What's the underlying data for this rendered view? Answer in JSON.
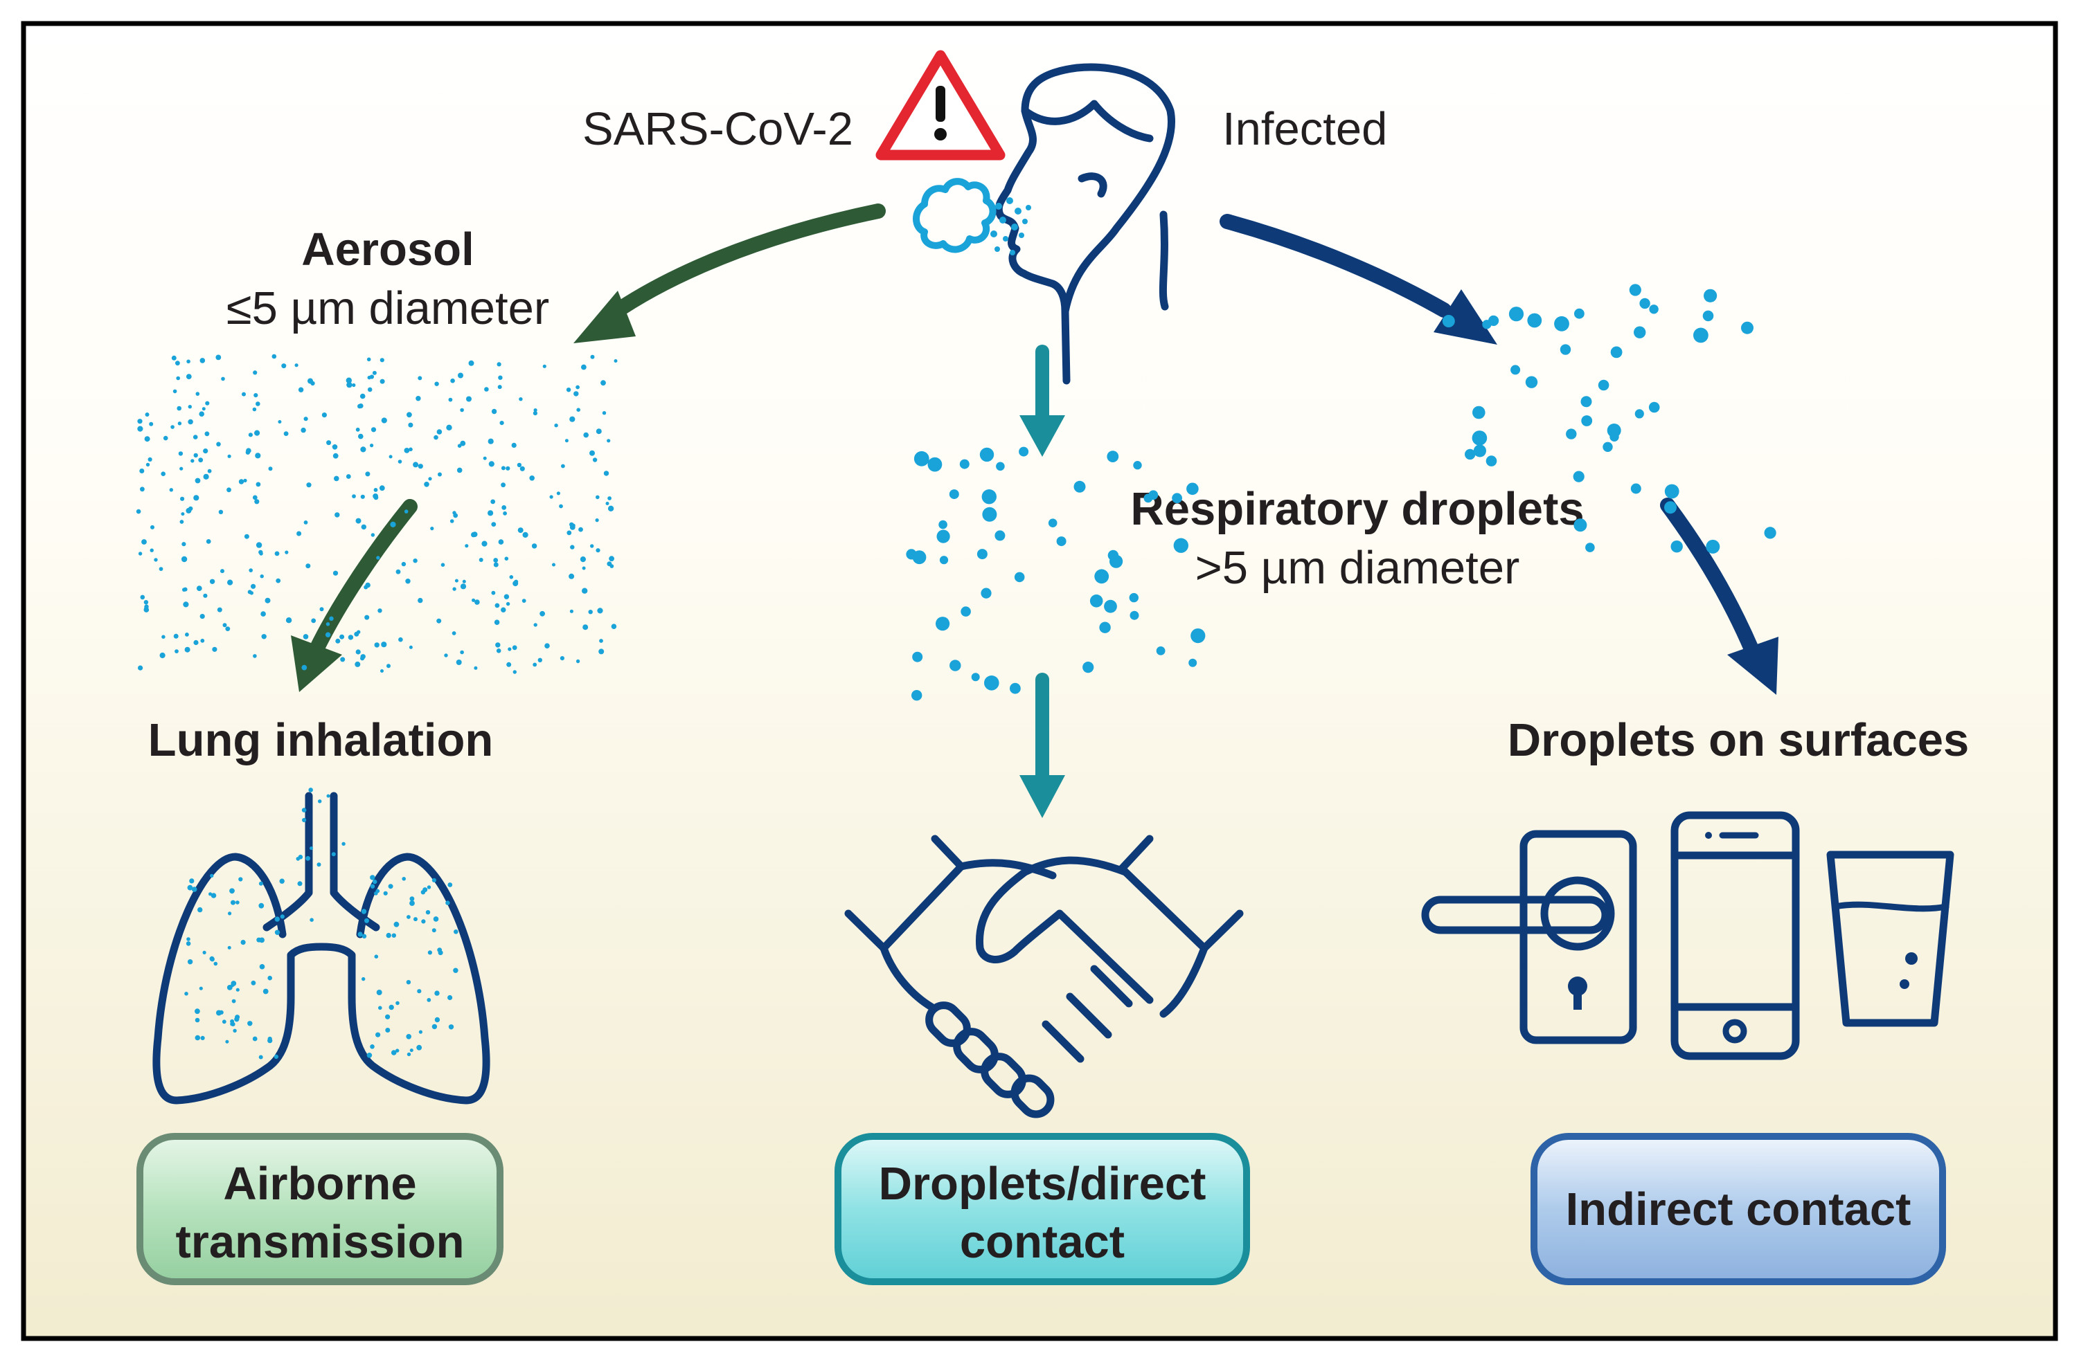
{
  "source": {
    "virus_label": "SARS-CoV-2",
    "person_label": "Infected"
  },
  "routes": {
    "aerosol": {
      "title": "Aerosol",
      "size_label": "≤5 µm diameter",
      "target_label": "Lung inhalation",
      "outcome": [
        "Airborne",
        "transmission"
      ],
      "arrow_color": "#2e5a36",
      "box_color": "#a8d9b1"
    },
    "droplets": {
      "title": "Respiratory droplets",
      "size_label": ">5 µm diameter",
      "outcome": [
        "Droplets/direct",
        "contact"
      ],
      "arrow_color": "#1a8f9b",
      "box_color": "#80dde0"
    },
    "surfaces": {
      "target_label": "Droplets on surfaces",
      "outcome": [
        "Indirect contact"
      ],
      "arrow_color": "#0e3a78",
      "box_color": "#9fbfe6"
    }
  },
  "colors": {
    "droplet": "#1aa3d9",
    "icon_stroke": "#0e3a78",
    "warning": "#e32630",
    "frame": "#000000"
  },
  "icons": [
    "warning-icon",
    "person-coughing-icon",
    "cough-cloud-icon",
    "lungs-icon",
    "handshake-icon",
    "door-handle-icon",
    "smartphone-icon",
    "glass-icon"
  ]
}
